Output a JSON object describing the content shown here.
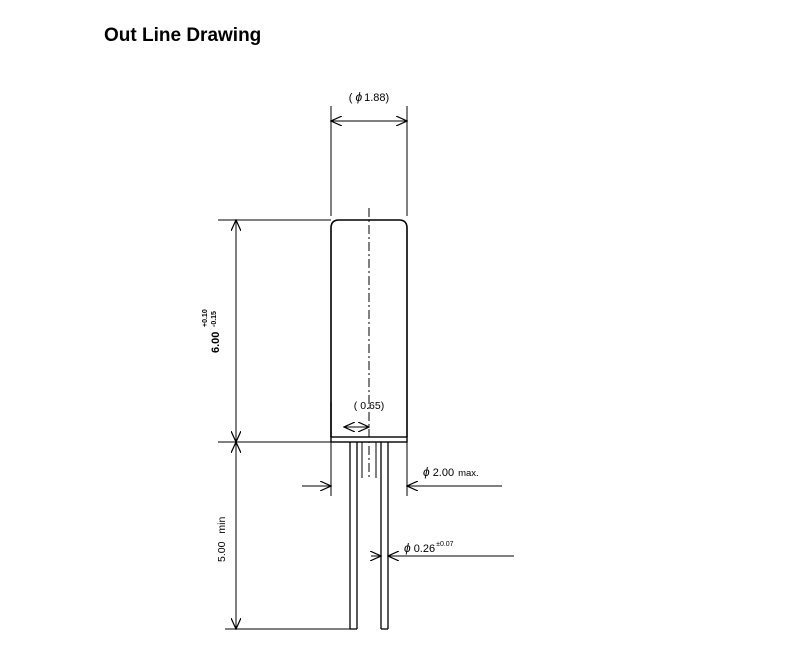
{
  "title": "Out Line Drawing",
  "dimensions": {
    "body_diameter": {
      "open": "(",
      "symbol": "ϕ",
      "value": "1.88",
      "close": ")"
    },
    "body_length": {
      "value": "6.00",
      "tol_plus": "+0.10",
      "tol_minus": "-0.15"
    },
    "lead_spacing": {
      "open": "(",
      "value": "0.65",
      "close": ")"
    },
    "flange_diameter": {
      "symbol": "ϕ",
      "value": "2.00",
      "suffix": "max."
    },
    "lead_length": {
      "value": "5.00",
      "suffix": "min"
    },
    "lead_diameter": {
      "symbol": "ϕ",
      "value": "0.26",
      "tolerance": "±0.07"
    }
  }
}
